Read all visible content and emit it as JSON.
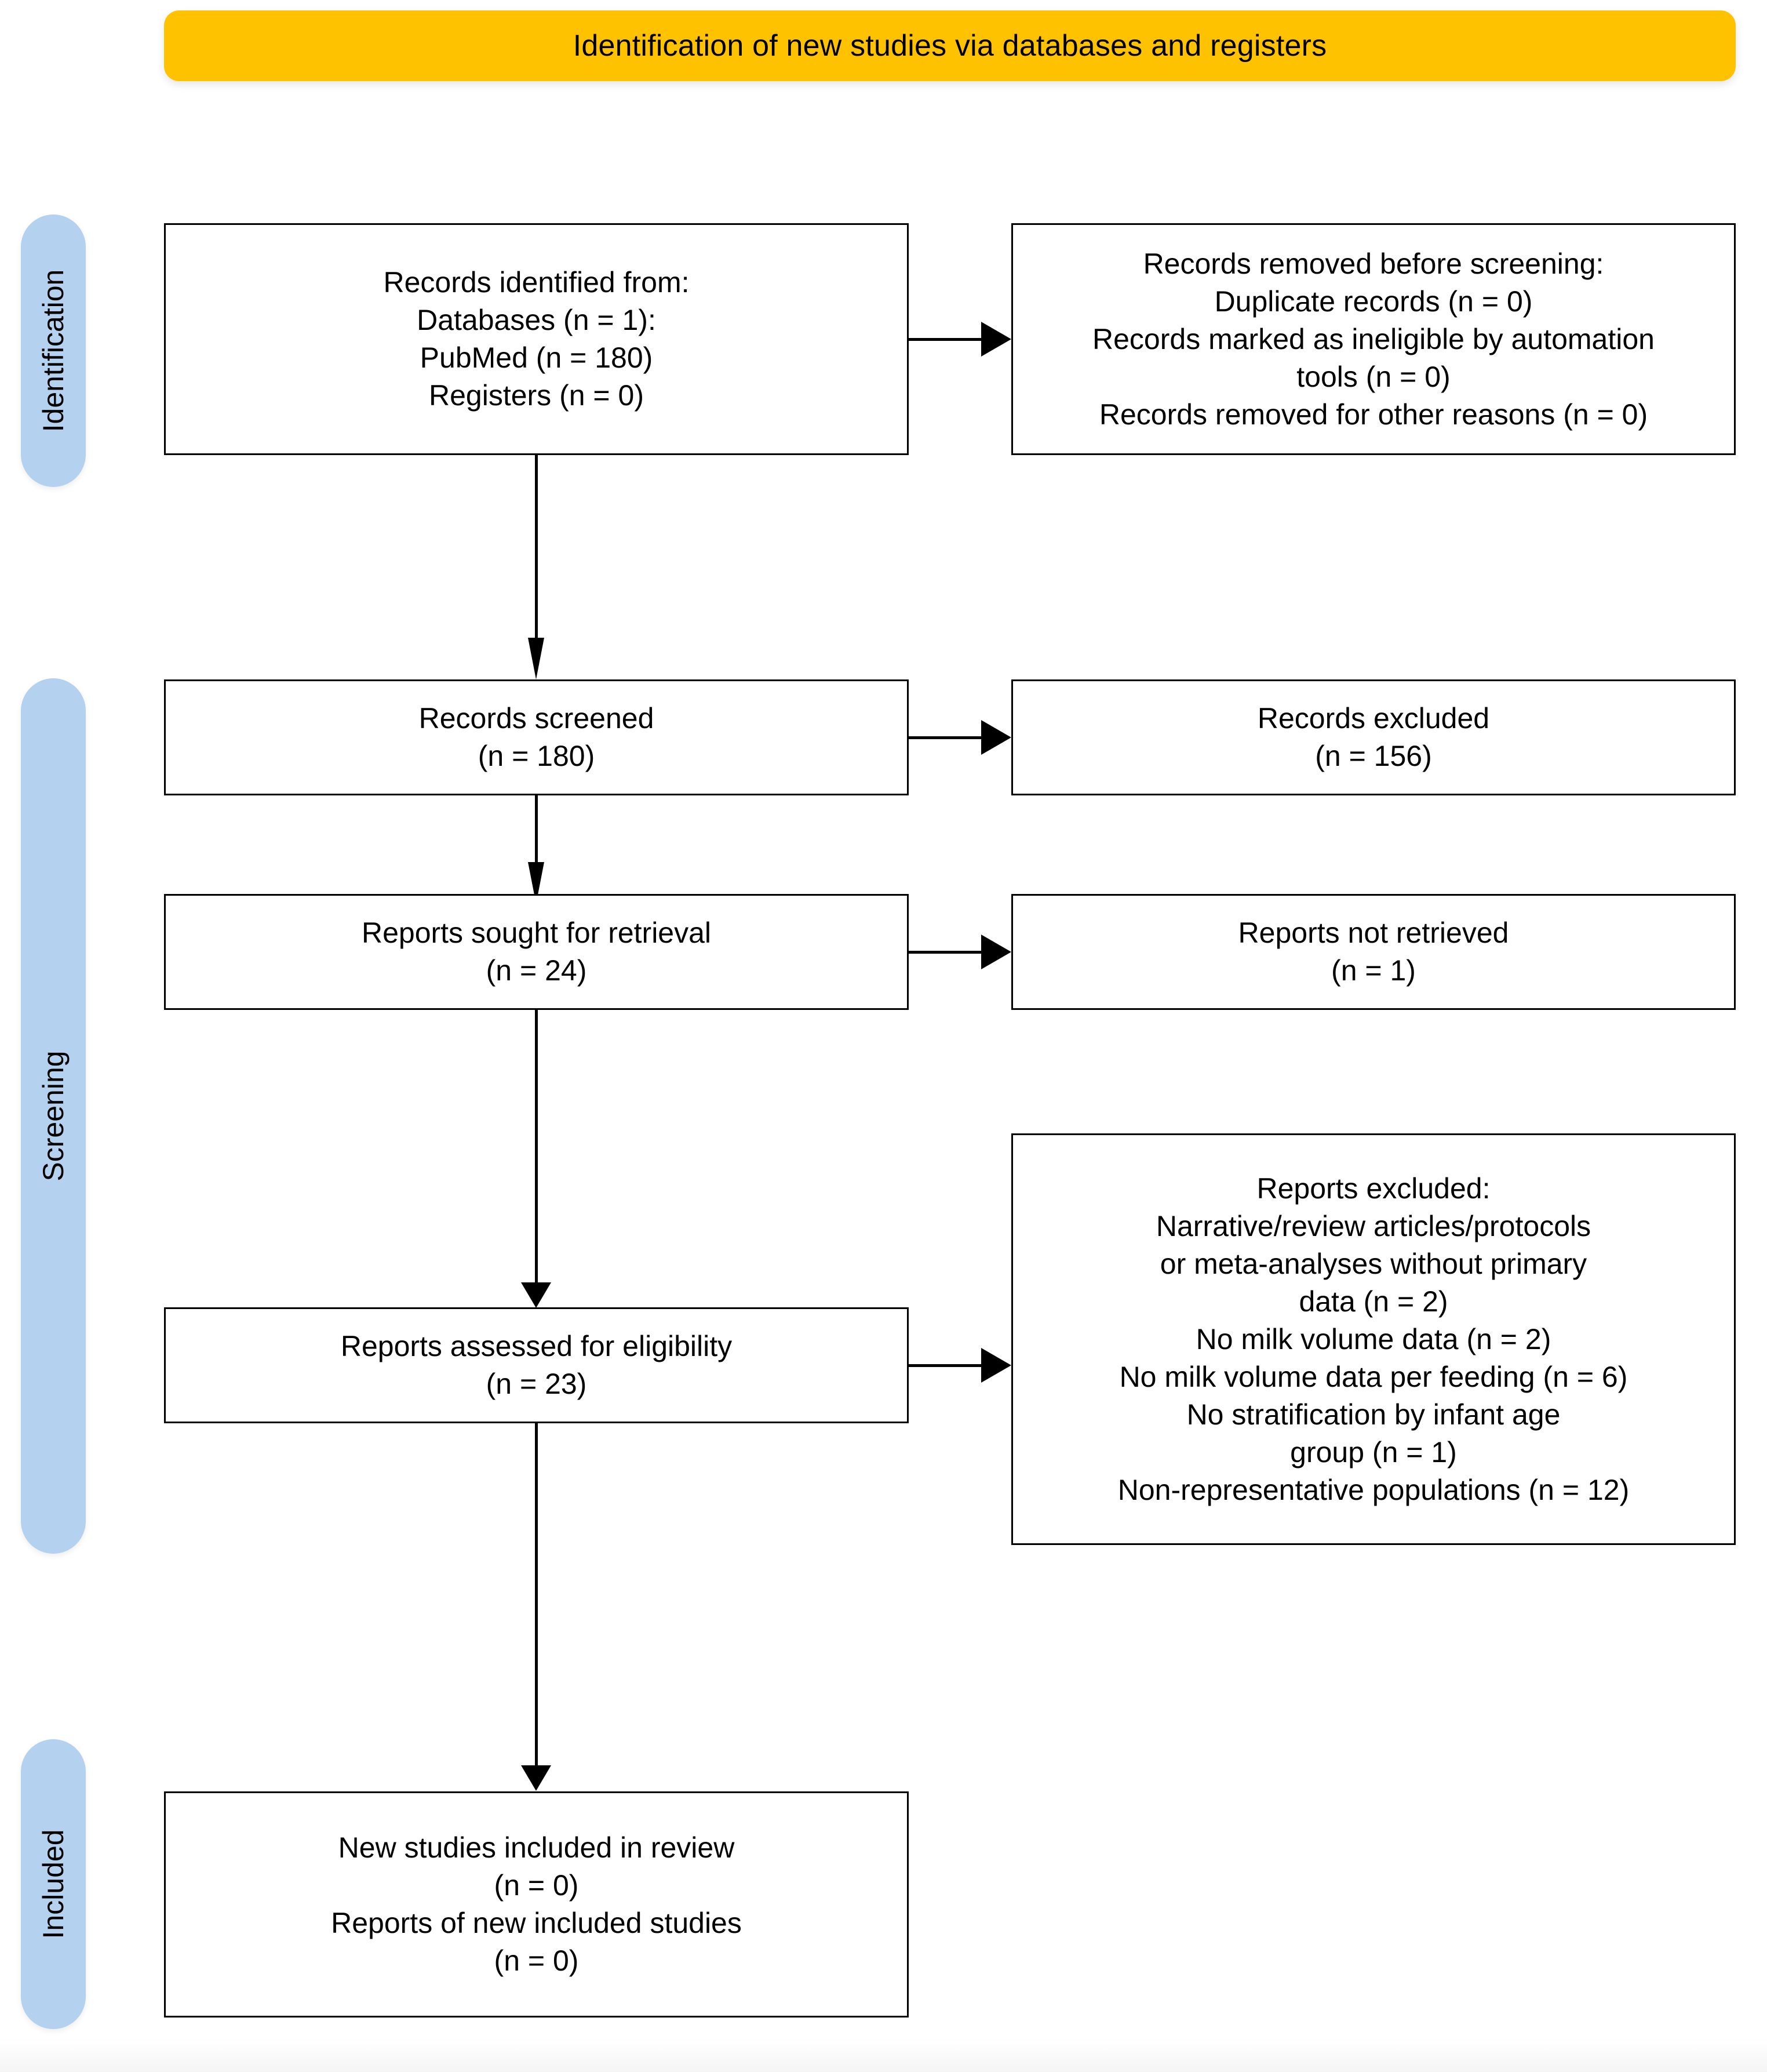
{
  "header": {
    "title": "Identification of new studies via databases and registers",
    "background_color": "#ffc200"
  },
  "stages": {
    "pill_color": "#b4d1ef",
    "items": [
      {
        "key": "identification",
        "label": "Identification"
      },
      {
        "key": "screening",
        "label": "Screening"
      },
      {
        "key": "included",
        "label": "Included"
      }
    ]
  },
  "boxes": {
    "records_identified": {
      "text": "Records identified from:\nDatabases (n = 1):\nPubMed (n = 180)\nRegisters (n = 0)"
    },
    "records_removed": {
      "text": "Records removed before screening:\nDuplicate records (n = 0)\nRecords marked as ineligible by automation\ntools (n = 0)\nRecords removed for other reasons (n = 0)"
    },
    "records_screened": {
      "text": "Records screened\n(n = 180)"
    },
    "records_excluded": {
      "text": "Records excluded\n(n = 156)"
    },
    "reports_sought": {
      "text": "Reports sought for retrieval\n(n = 24)"
    },
    "reports_not_retrieved": {
      "text": "Reports not retrieved\n(n = 1)"
    },
    "reports_assessed": {
      "text": "Reports assessed for eligibility\n(n = 23)"
    },
    "reports_excluded": {
      "text": "Reports excluded:\nNarrative/review articles/protocols\nor meta-analyses without primary\ndata (n = 2)\nNo milk volume data (n = 2)\nNo milk volume data per feeding (n = 6)\nNo stratification by infant age\ngroup (n = 1)\nNon-representative populations (n = 12)"
    },
    "new_studies_included": {
      "text": "New studies included in review\n(n = 0)\nReports of new included studies\n(n = 0)"
    }
  },
  "chart_data": {
    "type": "diagram",
    "title": "Identification of new studies via databases and registers",
    "diagram_kind": "PRISMA 2020 flow diagram",
    "stages": [
      "Identification",
      "Screening",
      "Included"
    ],
    "nodes": [
      {
        "id": "records_identified",
        "stage": "Identification",
        "column": "left",
        "label": "Records identified from",
        "counts": [
          {
            "label": "Databases",
            "n": 1
          },
          {
            "label": "PubMed",
            "n": 180
          },
          {
            "label": "Registers",
            "n": 0
          }
        ]
      },
      {
        "id": "records_removed",
        "stage": "Identification",
        "column": "right",
        "label": "Records removed before screening",
        "counts": [
          {
            "label": "Duplicate records",
            "n": 0
          },
          {
            "label": "Records marked as ineligible by automation tools",
            "n": 0
          },
          {
            "label": "Records removed for other reasons",
            "n": 0
          }
        ]
      },
      {
        "id": "records_screened",
        "stage": "Screening",
        "column": "left",
        "label": "Records screened",
        "n": 180
      },
      {
        "id": "records_excluded",
        "stage": "Screening",
        "column": "right",
        "label": "Records excluded",
        "n": 156
      },
      {
        "id": "reports_sought",
        "stage": "Screening",
        "column": "left",
        "label": "Reports sought for retrieval",
        "n": 24
      },
      {
        "id": "reports_not_retrieved",
        "stage": "Screening",
        "column": "right",
        "label": "Reports not retrieved",
        "n": 1
      },
      {
        "id": "reports_assessed",
        "stage": "Screening",
        "column": "left",
        "label": "Reports assessed for eligibility",
        "n": 23
      },
      {
        "id": "reports_excluded",
        "stage": "Screening",
        "column": "right",
        "label": "Reports excluded",
        "counts": [
          {
            "label": "Narrative/review articles/protocols or meta-analyses without primary data",
            "n": 2
          },
          {
            "label": "No milk volume data",
            "n": 2
          },
          {
            "label": "No milk volume data per feeding",
            "n": 6
          },
          {
            "label": "No stratification by infant age group",
            "n": 1
          },
          {
            "label": "Non-representative populations",
            "n": 12
          }
        ]
      },
      {
        "id": "new_studies_included",
        "stage": "Included",
        "column": "left",
        "label": "New studies included in review / Reports of new included studies",
        "counts": [
          {
            "label": "New studies included in review",
            "n": 0
          },
          {
            "label": "Reports of new included studies",
            "n": 0
          }
        ]
      }
    ],
    "edges": [
      {
        "from": "records_identified",
        "to": "records_removed",
        "direction": "right"
      },
      {
        "from": "records_identified",
        "to": "records_screened",
        "direction": "down"
      },
      {
        "from": "records_screened",
        "to": "records_excluded",
        "direction": "right"
      },
      {
        "from": "records_screened",
        "to": "reports_sought",
        "direction": "down"
      },
      {
        "from": "reports_sought",
        "to": "reports_not_retrieved",
        "direction": "right"
      },
      {
        "from": "reports_sought",
        "to": "reports_assessed",
        "direction": "down"
      },
      {
        "from": "reports_assessed",
        "to": "reports_excluded",
        "direction": "right"
      },
      {
        "from": "reports_assessed",
        "to": "new_studies_included",
        "direction": "down"
      }
    ]
  }
}
